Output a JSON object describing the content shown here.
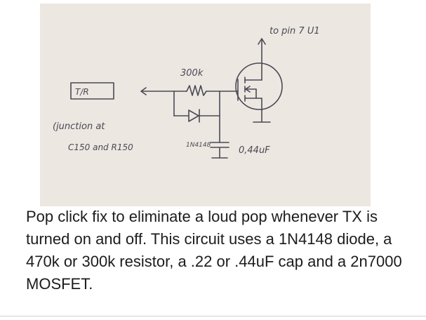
{
  "diagram": {
    "labels": {
      "pin": "to pin 7 U1",
      "tr": "T/R",
      "resistor": "300k",
      "junction_1": "(junction at",
      "junction_2": "C150 and R150",
      "diode": "1N4148",
      "cap": "0,44uF"
    }
  },
  "caption": {
    "text": "Pop click fix to eliminate a loud pop whenever TX is turned on and off.   This circuit uses a 1N4148 diode, a 470k  or 300k resistor, a .22 or .44uF cap and a 2n7000 MOSFET."
  },
  "colors": {
    "photo_background": "#ece7e1",
    "ink": "#4a4a55",
    "caption_text": "#1c1c1c"
  }
}
